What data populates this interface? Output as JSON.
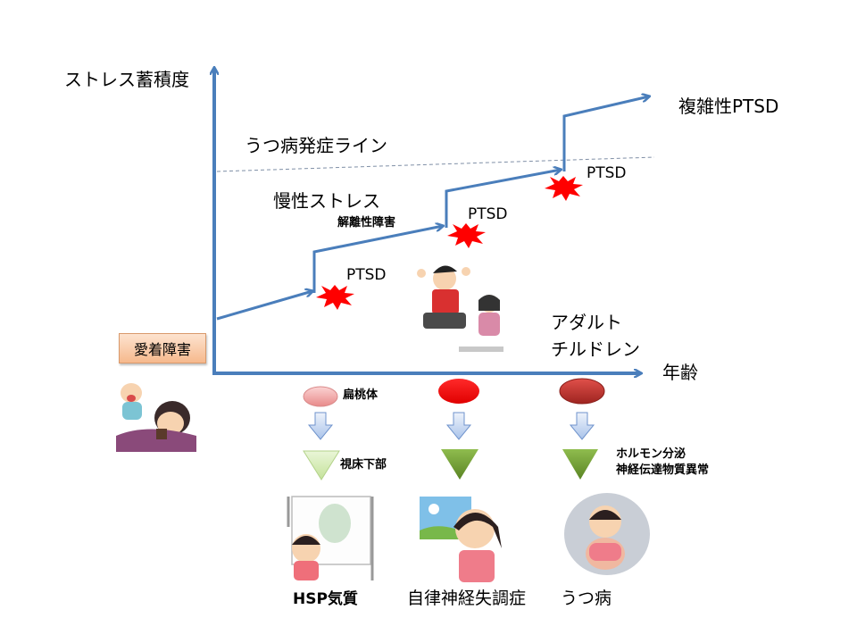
{
  "axes": {
    "y_label": "ストレス蓄積度",
    "x_label": "年齢"
  },
  "threshold_line": {
    "label": "うつ病発症ライン"
  },
  "stages": {
    "chronic_stress": "慢性ストレス",
    "dissociative_disorder": "解離性障害",
    "ptsd_labels": [
      "PTSD",
      "PTSD",
      "PTSD"
    ],
    "complex_ptsd": "複雑性PTSD",
    "adult_children_line1": "アダルト",
    "adult_children_line2": "チルドレン"
  },
  "attachment_disorder_badge": "愛着障害",
  "brain_flow": {
    "amygdala": "扁桃体",
    "hypothalamus": "視床下部",
    "hormone_line1": "ホルモン分泌",
    "hormone_line2": "神経伝達物質異常"
  },
  "outcomes": [
    {
      "label": "HSP気質"
    },
    {
      "label": "自律神経失調症"
    },
    {
      "label": "うつ病"
    }
  ],
  "colors": {
    "axis": "#4a7ebb",
    "burst": "#ff0000",
    "amygdala_light": "#f4a6a6",
    "amygdala_red": "#ff0000",
    "amygdala_dark": "#c0302b",
    "arrow_fill": "#c9d9f2",
    "triangle_light": "#d6ecb4",
    "triangle_dark": "#6f9a2e"
  }
}
